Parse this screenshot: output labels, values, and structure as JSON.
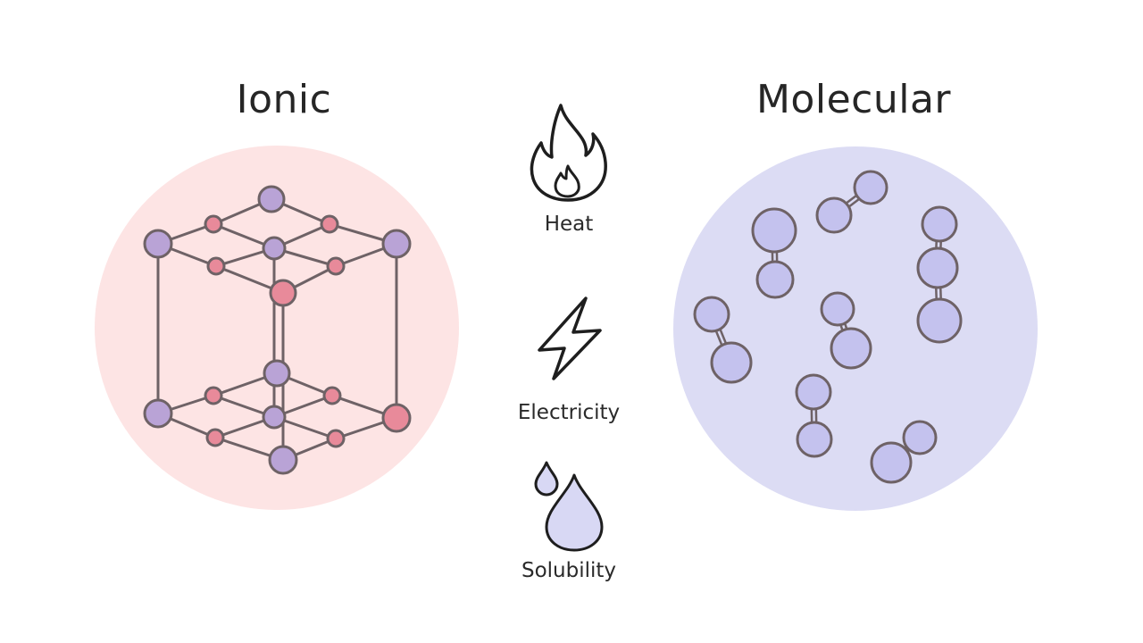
{
  "titles": {
    "ionic": "Ionic",
    "molecular": "Molecular"
  },
  "properties": [
    {
      "label": "Heat",
      "icon": "flame-icon"
    },
    {
      "label": "Electricity",
      "icon": "lightning-bolt-icon"
    },
    {
      "label": "Solubility",
      "icon": "water-drop-icon"
    }
  ],
  "colors": {
    "ionic_background": "#fde4e4",
    "molecular_background": "#dcdcf4",
    "purple_atom": "#b9a3d6",
    "pink_atom": "#e88a9a",
    "molecule_fill": "#c4c2ee",
    "bond_stroke": "#6e6266",
    "droplet_fill": "#d8d8f4"
  }
}
